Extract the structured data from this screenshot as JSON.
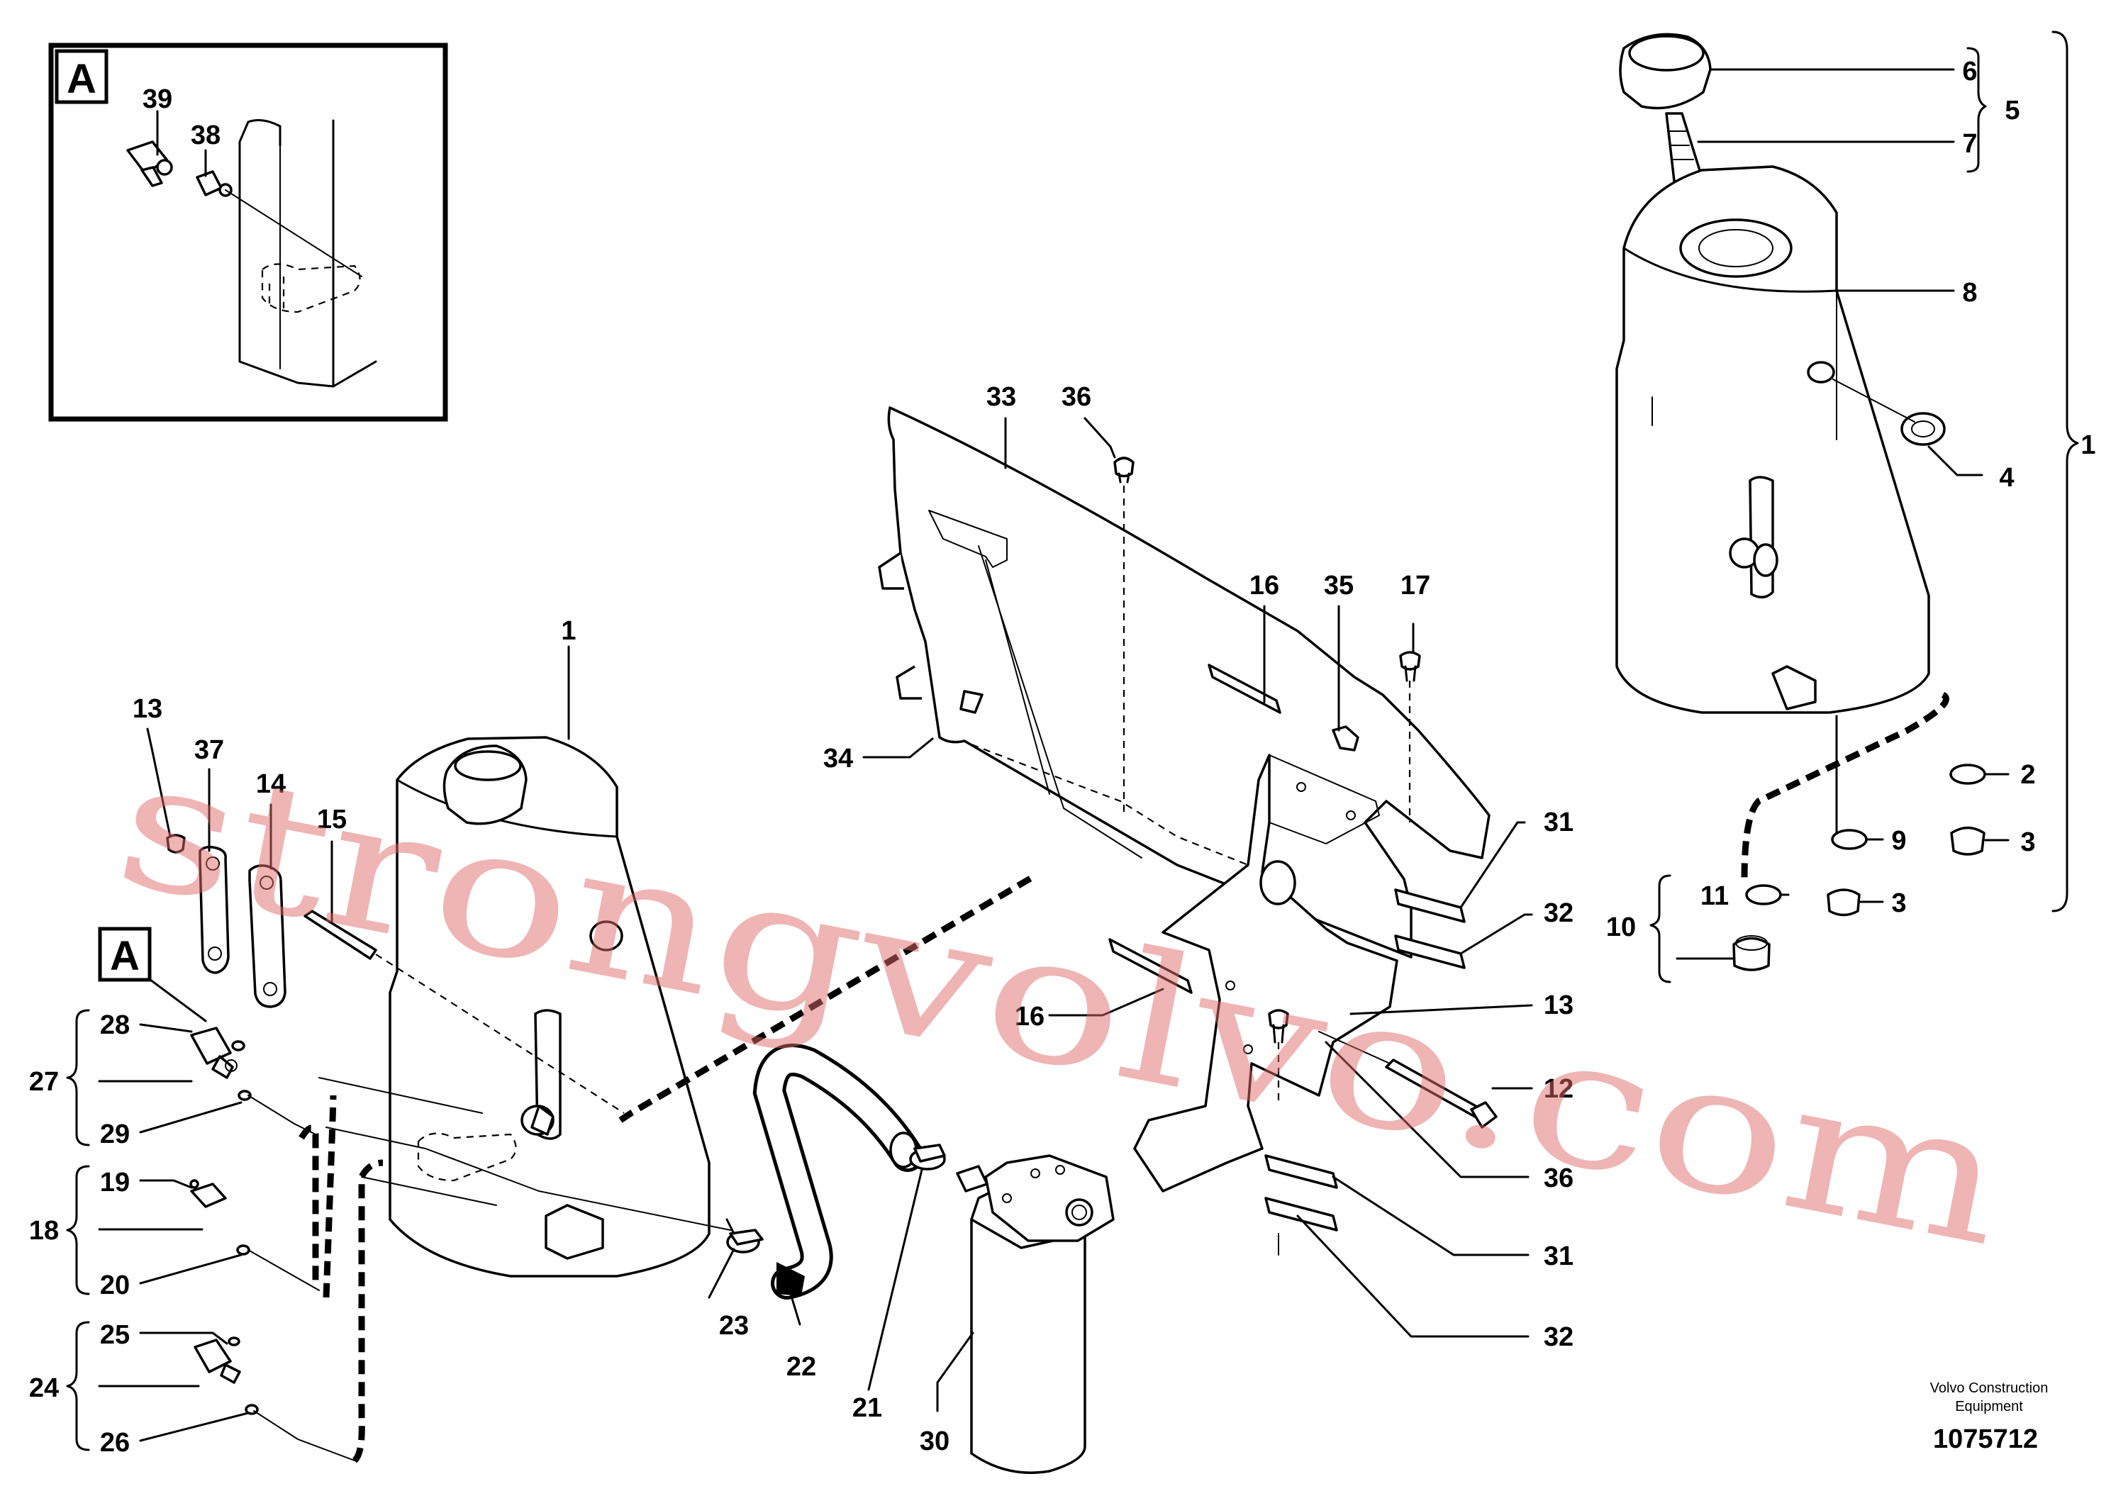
{
  "detail_view": {
    "letter": "A"
  },
  "callouts": {
    "c39": "39",
    "c38": "38",
    "c6": "6",
    "c5": "5",
    "c7": "7",
    "c8": "8",
    "c4": "4",
    "c1_right": "1",
    "c2": "2",
    "c9": "9",
    "c3a": "3",
    "c3b": "3",
    "c11": "11",
    "c10": "10",
    "c33": "33",
    "c36_top": "36",
    "c16_top": "16",
    "c35": "35",
    "c17": "17",
    "c34": "34",
    "c31_top": "31",
    "c32_top": "32",
    "c13_right": "13",
    "c16_bot": "16",
    "c12": "12",
    "c36_bot": "36",
    "c31_bot": "31",
    "c32_bot": "32",
    "c1_tank": "1",
    "c13_left": "13",
    "c37": "37",
    "c14": "14",
    "c15": "15",
    "c28": "28",
    "c27": "27",
    "c29": "29",
    "c19": "19",
    "c18": "18",
    "c20": "20",
    "c25": "25",
    "c24": "24",
    "c26": "26",
    "c23": "23",
    "c22": "22",
    "c21": "21",
    "c30": "30"
  },
  "footer": {
    "company_line1": "Volvo Construction",
    "company_line2": "Equipment",
    "drawing_number": "1075712"
  },
  "watermark": {
    "text": "strongvolvo.com",
    "color": "#e06a6a"
  }
}
